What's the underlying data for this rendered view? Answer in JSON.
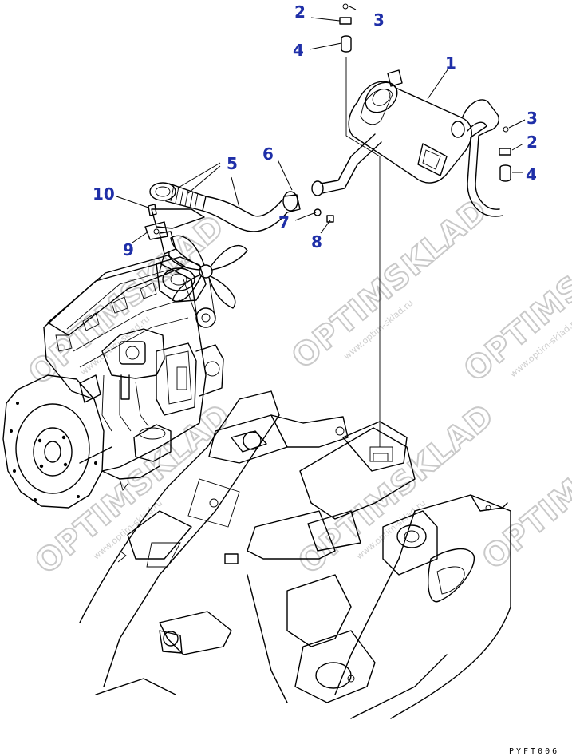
{
  "diagram": {
    "watermarks": {
      "brand": "OPTIMSKLAD",
      "url": "www.optim-sklad.ru"
    },
    "drawing_code": "PYFT006",
    "callouts": [
      {
        "id": "c-2-top",
        "text": "2"
      },
      {
        "id": "c-3-top",
        "text": "3"
      },
      {
        "id": "c-4-top",
        "text": "4"
      },
      {
        "id": "c-1",
        "text": "1"
      },
      {
        "id": "c-3-right",
        "text": "3"
      },
      {
        "id": "c-2-right",
        "text": "2"
      },
      {
        "id": "c-4-right",
        "text": "4"
      },
      {
        "id": "c-5",
        "text": "5"
      },
      {
        "id": "c-6",
        "text": "6"
      },
      {
        "id": "c-10",
        "text": "10"
      },
      {
        "id": "c-7",
        "text": "7"
      },
      {
        "id": "c-8",
        "text": "8"
      },
      {
        "id": "c-9",
        "text": "9"
      }
    ]
  }
}
